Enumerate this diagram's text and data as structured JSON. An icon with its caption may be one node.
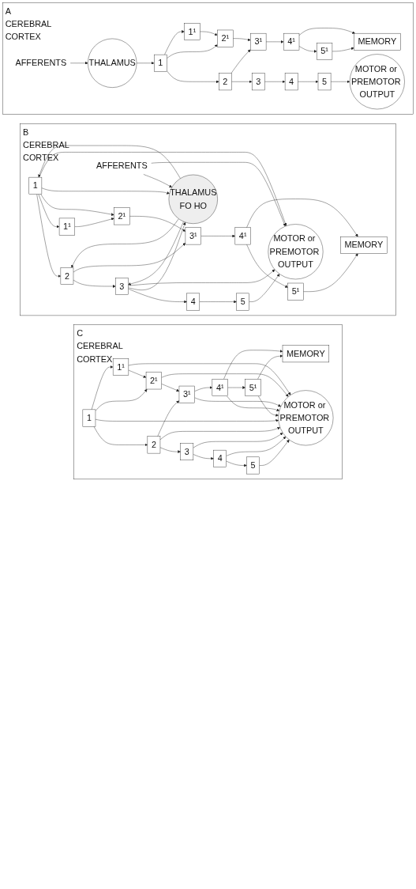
{
  "diagram": {
    "nodes": [
      {
        "text": [
          "A",
          "CEREBRAL CORTEX"
        ]
      },
      {
        "text": [
          "MEMORY"
        ],
        "in": 0
      },
      {
        "text": [
          "1¹"
        ],
        "in": 0
      },
      {
        "text": [
          "2¹"
        ],
        "in": 0
      },
      {
        "text": [
          "3¹"
        ],
        "in": 0
      },
      {
        "text": [
          "4¹"
        ],
        "in": 0
      },
      {
        "text": [
          "5¹"
        ],
        "in": 0
      },
      {
        "text": [
          "1"
        ],
        "in": 0
      },
      {
        "text": [
          "2"
        ],
        "in": 0
      },
      {
        "text": [
          "3"
        ],
        "in": 0
      },
      {
        "text": [
          "4"
        ],
        "in": 0
      },
      {
        "text": [
          "5"
        ],
        "in": 0
      },
      {
        "text": [
          "THALAMUS"
        ],
        "in": 0
      },
      {
        "text": [
          "MOTOR or PREMOTOR OUTPUT"
        ],
        "in": 0
      },
      {
        "text": [
          "AFFERENTS"
        ],
        "in": 0
      },
      {
        "text": [
          "B",
          "CEREBRAL CORTEX"
        ]
      },
      {
        "text": [
          "MEMORY"
        ],
        "in": 15
      },
      {
        "text": [
          "1¹"
        ],
        "in": 15
      },
      {
        "text": [
          "2¹"
        ],
        "in": 15
      },
      {
        "text": [
          "3¹"
        ],
        "in": 15
      },
      {
        "text": [
          "4¹"
        ],
        "in": 15
      },
      {
        "text": [
          "5¹"
        ],
        "in": 15
      },
      {
        "text": [
          "1"
        ],
        "in": 15
      },
      {
        "text": [
          "2"
        ],
        "in": 15
      },
      {
        "text": [
          "3"
        ],
        "in": 15
      },
      {
        "text": [
          "4"
        ],
        "in": 15
      },
      {
        "text": [
          "5"
        ],
        "in": 15
      },
      {
        "text": [
          "THALAMUS",
          "FO HO"
        ],
        "in": 15
      },
      {
        "text": [
          "MOTOR or PREMOTOR OUTPUT"
        ],
        "in": 15
      },
      {
        "text": [
          "AFFERENTS"
        ],
        "in": 15
      },
      {
        "text": [
          "C",
          "CEREBRAL CORTEX"
        ]
      },
      {
        "text": [
          "MEMORY"
        ],
        "in": 30
      },
      {
        "text": [
          "1¹"
        ],
        "in": 30
      },
      {
        "text": [
          "2¹"
        ],
        "in": 30
      },
      {
        "text": [
          "3¹"
        ],
        "in": 30
      },
      {
        "text": [
          "4¹"
        ],
        "in": 30
      },
      {
        "text": [
          "5¹"
        ],
        "in": 30
      },
      {
        "text": [
          "1"
        ],
        "in": 30
      },
      {
        "text": [
          "2"
        ],
        "in": 30
      },
      {
        "text": [
          "3"
        ],
        "in": 30
      },
      {
        "text": [
          "4"
        ],
        "in": 30
      },
      {
        "text": [
          "5"
        ],
        "in": 30
      },
      {
        "text": [
          "MOTOR or PREMOTOR OUTPUT"
        ],
        "in": 30
      }
    ],
    "edges": [
      {
        "from": 2,
        "to": 3,
        "arrow": "to"
      },
      {
        "from": 3,
        "to": 4,
        "arrow": "to"
      },
      {
        "from": 4,
        "to": 5,
        "arrow": "to"
      },
      {
        "from": 5,
        "to": 6,
        "arrow": "to"
      },
      {
        "from": 7,
        "to": 8,
        "arrow": "to"
      },
      {
        "from": 8,
        "to": 9,
        "arrow": "to"
      },
      {
        "from": 9,
        "to": 10,
        "arrow": "to"
      },
      {
        "from": 10,
        "to": 11,
        "arrow": "to"
      },
      {
        "from": 7,
        "to": 2,
        "arrow": "to"
      },
      {
        "from": 7,
        "to": 3,
        "arrow": "to"
      },
      {
        "from": 8,
        "to": 4,
        "arrow": "to"
      },
      {
        "from": 5,
        "to": 1,
        "arrow": "to"
      },
      {
        "from": 6,
        "to": 1,
        "arrow": "to"
      },
      {
        "from": 12,
        "to": 7,
        "arrow": "to"
      },
      {
        "from": 14,
        "to": 12,
        "arrow": "to"
      },
      {
        "from": 11,
        "to": 13,
        "arrow": "to"
      },
      {
        "from": 17,
        "to": 18,
        "arrow": "to"
      },
      {
        "from": 18,
        "to": 19,
        "arrow": "to"
      },
      {
        "from": 19,
        "to": 20,
        "arrow": "to"
      },
      {
        "from": 20,
        "to": 21,
        "arrow": "to"
      },
      {
        "from": 22,
        "to": 23,
        "arrow": "to"
      },
      {
        "from": 23,
        "to": 24,
        "arrow": "to"
      },
      {
        "from": 24,
        "to": 25,
        "arrow": "to"
      },
      {
        "from": 25,
        "to": 26,
        "arrow": "to"
      },
      {
        "from": 22,
        "to": 17,
        "arrow": "to"
      },
      {
        "from": 22,
        "to": 18,
        "arrow": "to"
      },
      {
        "from": 23,
        "to": 19,
        "arrow": "to"
      },
      {
        "from": 20,
        "to": 16,
        "arrow": "to"
      },
      {
        "from": 21,
        "to": 16,
        "arrow": "to"
      },
      {
        "from": 27,
        "to": 22,
        "arrow": "to"
      },
      {
        "from": 22,
        "to": 27,
        "arrow": "to"
      },
      {
        "from": 27,
        "to": 23,
        "arrow": "to"
      },
      {
        "from": 27,
        "to": 24,
        "arrow": "to"
      },
      {
        "from": 24,
        "to": 27,
        "arrow": "to"
      },
      {
        "from": 22,
        "to": 28,
        "arrow": "to"
      },
      {
        "from": 24,
        "to": 28,
        "arrow": "to"
      },
      {
        "from": 26,
        "to": 28,
        "arrow": "to"
      },
      {
        "from": 29,
        "to": 27,
        "arrow": "to"
      },
      {
        "from": 29,
        "to": 28,
        "arrow": "to"
      },
      {
        "from": 32,
        "to": 33,
        "arrow": "to"
      },
      {
        "from": 33,
        "to": 34,
        "arrow": "to"
      },
      {
        "from": 34,
        "to": 35,
        "arrow": "to"
      },
      {
        "from": 35,
        "to": 36,
        "arrow": "to"
      },
      {
        "from": 37,
        "to": 38,
        "arrow": "to"
      },
      {
        "from": 38,
        "to": 39,
        "arrow": "to"
      },
      {
        "from": 39,
        "to": 40,
        "arrow": "to"
      },
      {
        "from": 40,
        "to": 41,
        "arrow": "to"
      },
      {
        "from": 37,
        "to": 32,
        "arrow": "to"
      },
      {
        "from": 37,
        "to": 33,
        "arrow": "to"
      },
      {
        "from": 38,
        "to": 34,
        "arrow": "to"
      },
      {
        "from": 35,
        "to": 31,
        "arrow": "to"
      },
      {
        "from": 36,
        "to": 31,
        "arrow": "to"
      },
      {
        "from": 32,
        "to": 42,
        "arrow": "to"
      },
      {
        "from": 33,
        "to": 42,
        "arrow": "to"
      },
      {
        "from": 34,
        "to": 42,
        "arrow": "to"
      },
      {
        "from": 35,
        "to": 42,
        "arrow": "to"
      },
      {
        "from": 36,
        "to": 42,
        "arrow": "to"
      },
      {
        "from": 37,
        "to": 42,
        "arrow": "to"
      },
      {
        "from": 38,
        "to": 42,
        "arrow": "to"
      },
      {
        "from": 39,
        "to": 42,
        "arrow": "to"
      },
      {
        "from": 40,
        "to": 42,
        "arrow": "to"
      },
      {
        "from": 41,
        "to": 42,
        "arrow": "to"
      }
    ]
  }
}
